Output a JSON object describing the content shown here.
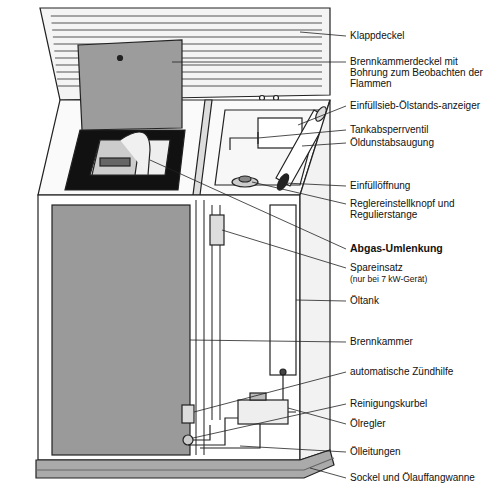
{
  "diagram": {
    "labels": [
      "Klappdeckel",
      "Brennkammerdeckel mit Bohrung zum Beobachten der Flammen",
      "Einfüllsieb-Ölstands-anzeiger",
      "Tankabsperrventil",
      "Öldunstabsaugung",
      "Einfüllöffnung",
      "Reglereinstellknopf und Regulierstange",
      "Abgas-Umlenkung",
      "Spareinsatz",
      "(nur bei 7 kW-Gerät)",
      "Öltank",
      "Brennkammer",
      "automatische Zündhilfe",
      "Reinigungskurbel",
      "Ölregler",
      "Ölleitungen",
      "Sockel und Ölauffangwanne"
    ]
  }
}
